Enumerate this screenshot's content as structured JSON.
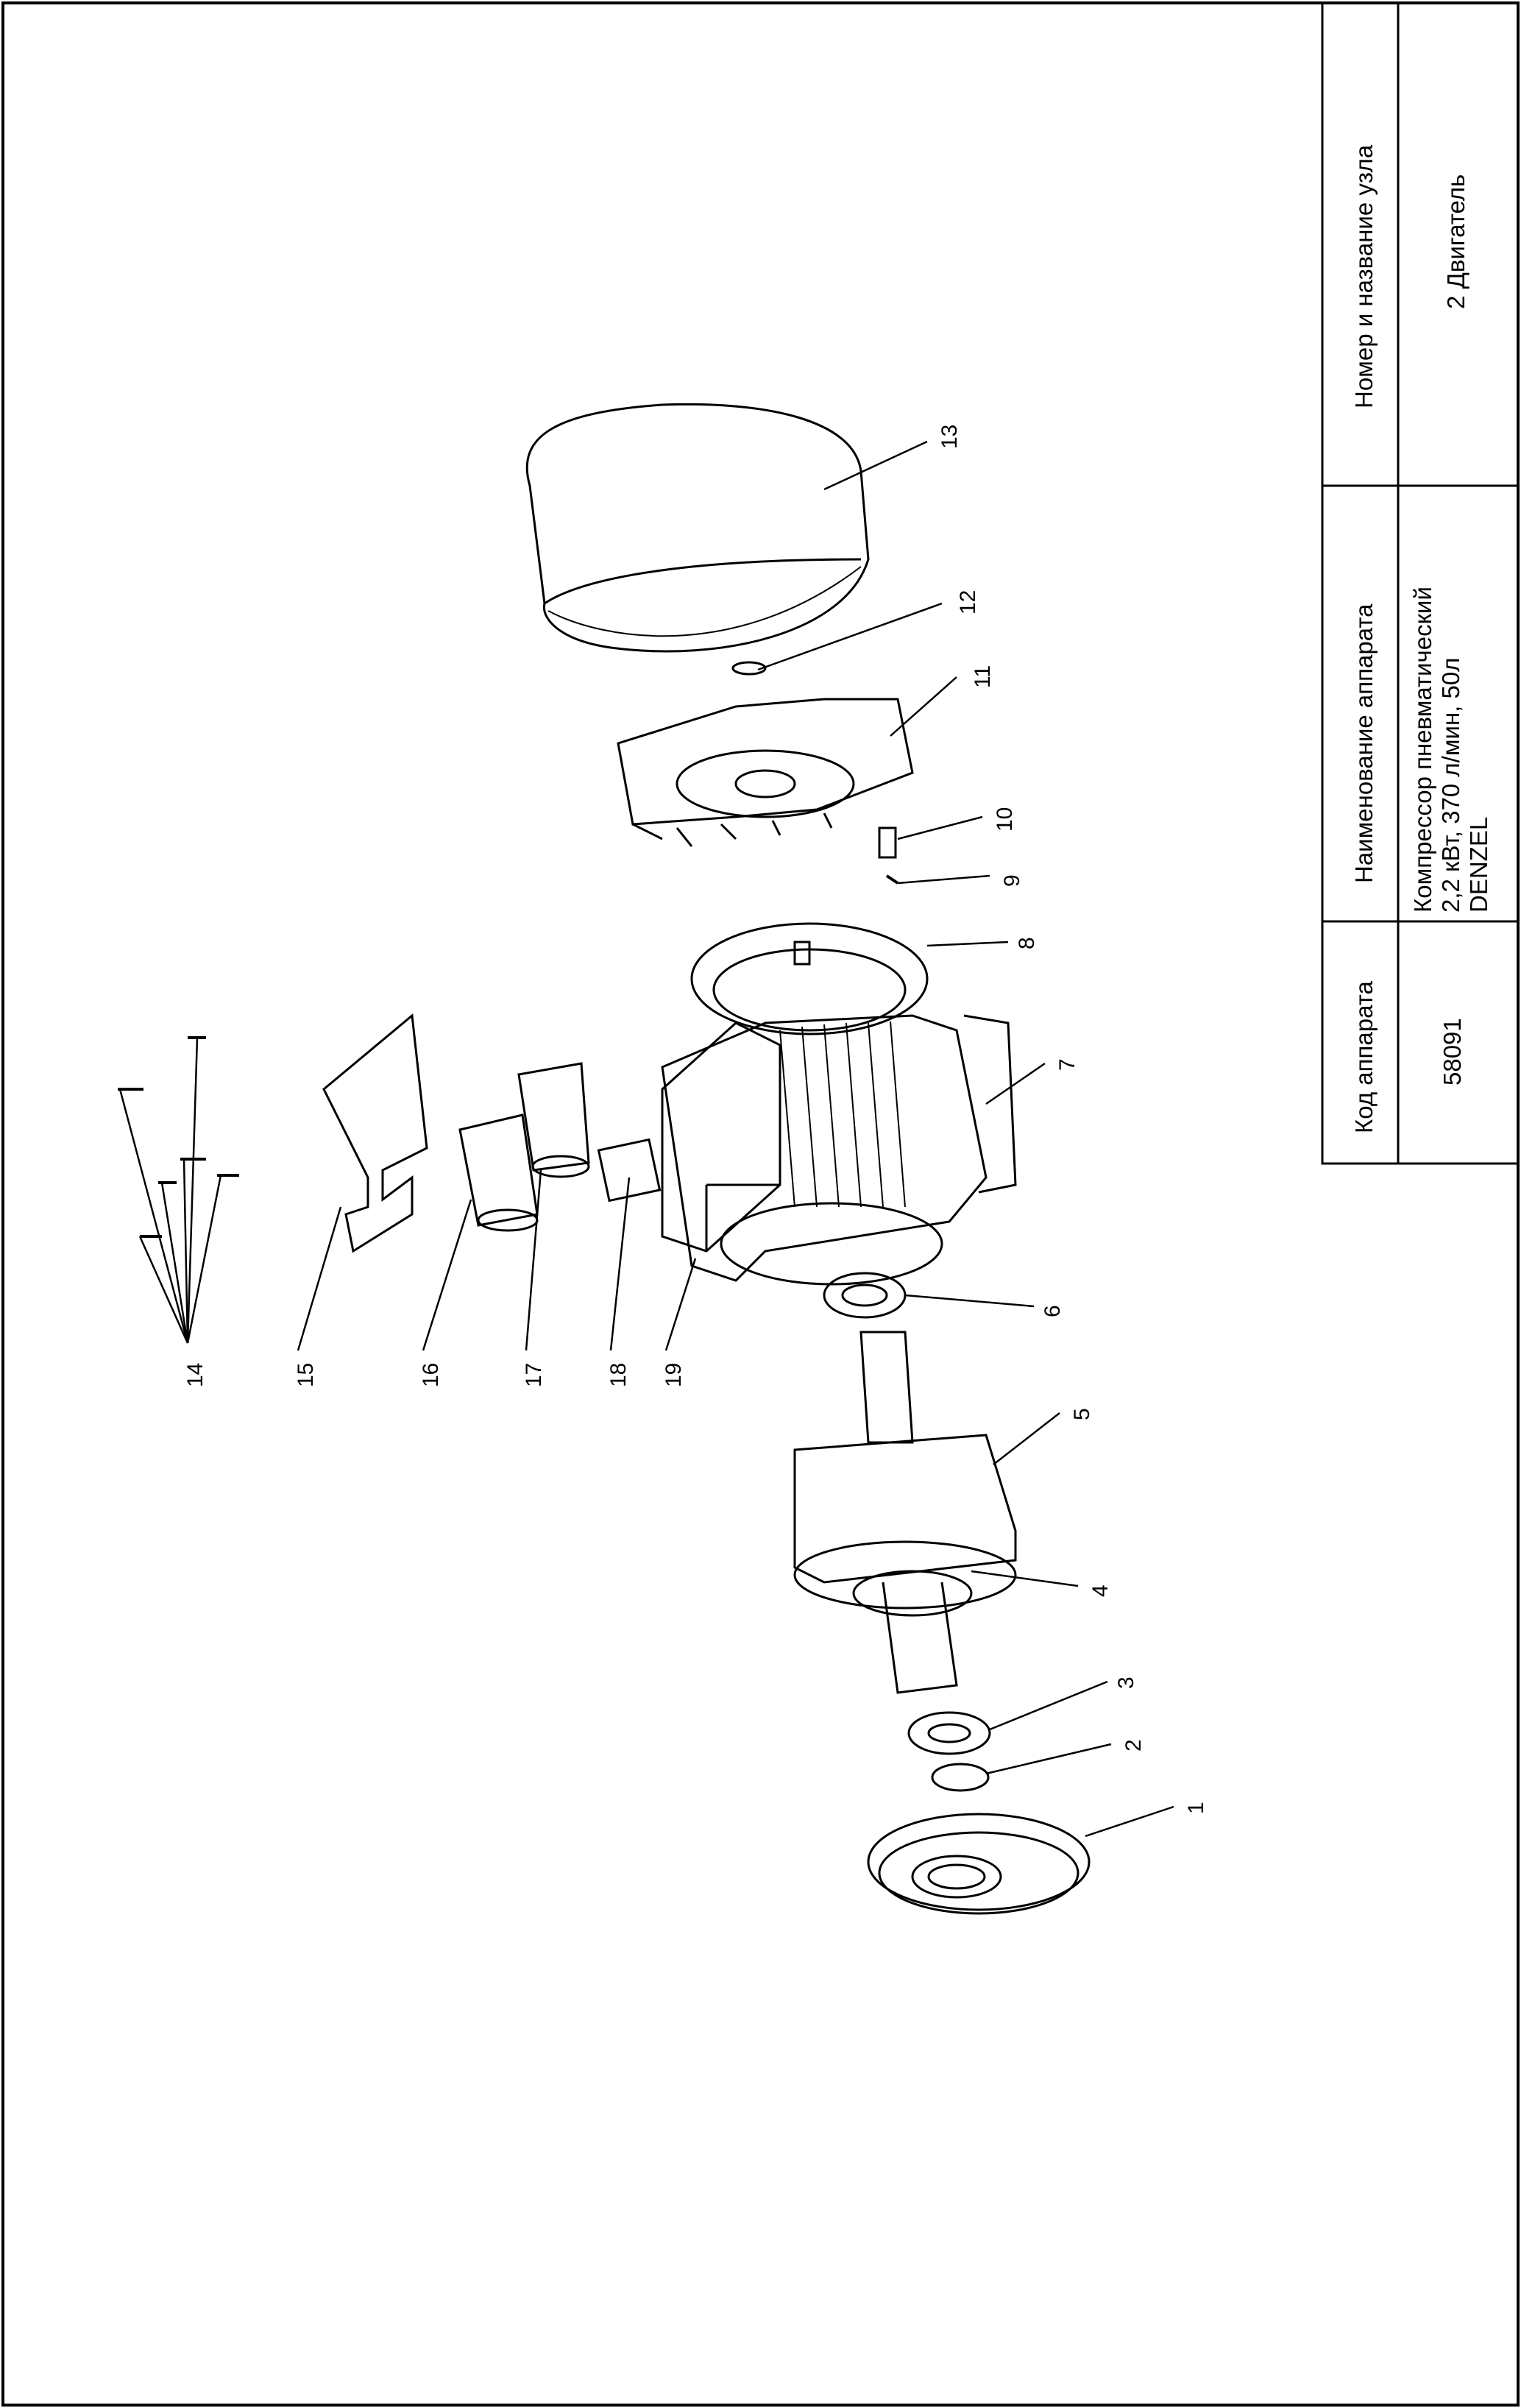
{
  "title_block": {
    "header_code": "Код аппарата",
    "header_name": "Наименование аппарата",
    "header_node": "Номер и название узла",
    "code": "58091",
    "name_line1": "Компрессор пневматический",
    "name_line2": "2,2 кВт, 370 л/мин, 50л",
    "name_line3": "DENZEL",
    "node": "2 Двигатель"
  },
  "callouts": [
    "1",
    "2",
    "3",
    "4",
    "5",
    "6",
    "7",
    "8",
    "9",
    "10",
    "11",
    "12",
    "13",
    "14",
    "15",
    "16",
    "17",
    "18",
    "19"
  ],
  "colors": {
    "line": "#000000",
    "background": "#ffffff"
  }
}
